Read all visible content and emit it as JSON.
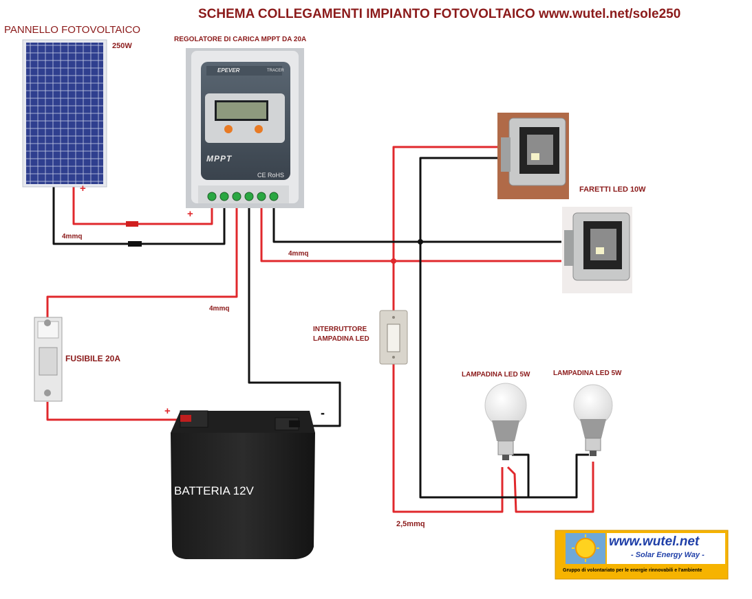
{
  "title": {
    "strong": "SCHEMA COLLEGAMENTI",
    "rest": "IMPIANTO FOTOVOLTAICO www.wutel.net/sole250"
  },
  "labels": {
    "panel": "PANNELLO FOTOVOLTAICO",
    "panel_power": "250W",
    "controller": "REGOLATORE DI CARICA MPPT DA 20A",
    "floodlights": "FARETTI LED 10W",
    "switch_line1": "INTERRUTTORE",
    "switch_line2": "LAMPADINA LED",
    "fuse": "FUSIBILE 20A",
    "battery": "BATTERIA 12V",
    "bulb1": "LAMPADINA LED 5W",
    "bulb2": "LAMPADINA LED 5W",
    "wire_panel": "4mmq",
    "wire_battery": "4mmq",
    "wire_loads": "4mmq",
    "wire_bulbs": "2,5mmq",
    "plus_panel": "+",
    "plus_controller": "+",
    "plus_battery": "+",
    "minus_battery": "-"
  },
  "controller_text": {
    "brand": "EPEVER",
    "model": "TRACER",
    "mppt": "MPPT",
    "ce": "CE RoHS"
  },
  "logo": {
    "site": "www.wutel.net",
    "tagline": "- Solar Energy Way -",
    "caption": "Gruppo di volontariato per le energie rinnovabili e l'ambiente"
  },
  "colors": {
    "red_wire": "#e0282c",
    "black_wire": "#111111",
    "label_red": "#8b1a1a",
    "logo_bg": "#f6b300",
    "logo_blue": "#1f3fa8"
  }
}
